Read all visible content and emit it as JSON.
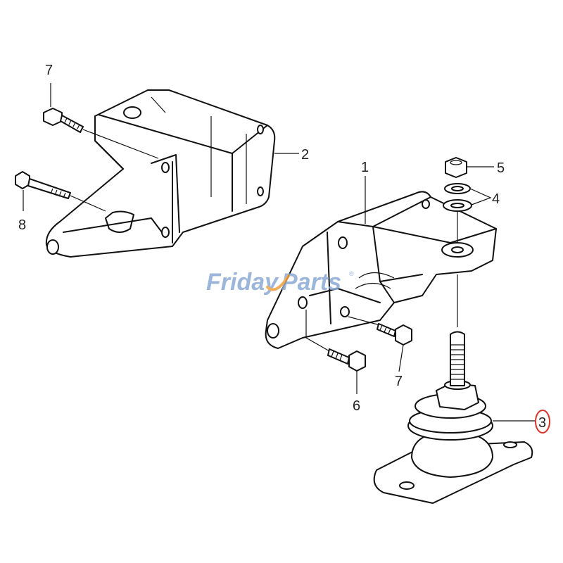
{
  "watermark": {
    "text_left": "Friday",
    "text_right": "Parts",
    "registered": "®",
    "color": "#8aaad4",
    "accent_color": "#f0a040"
  },
  "callouts": [
    {
      "number": "7",
      "part": "bolt-upper-left"
    },
    {
      "number": "2",
      "part": "bracket-left"
    },
    {
      "number": "8",
      "part": "bolt-lower-left"
    },
    {
      "number": "1",
      "part": "bracket-right"
    },
    {
      "number": "5",
      "part": "nut"
    },
    {
      "number": "4",
      "part": "washers"
    },
    {
      "number": "7",
      "part": "bolt-right"
    },
    {
      "number": "6",
      "part": "bolt-lower-right"
    },
    {
      "number": "3",
      "part": "engine-mount",
      "highlighted": true
    }
  ],
  "highlight_color": "#d9342b"
}
